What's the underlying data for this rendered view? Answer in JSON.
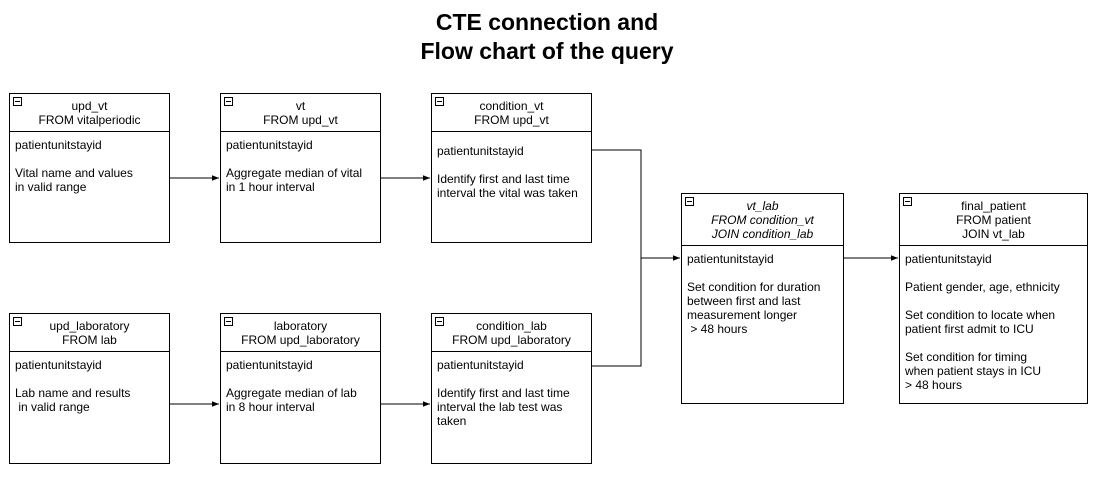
{
  "title": {
    "line1": "CTE connection and",
    "line2": "Flow chart of the query"
  },
  "nodes": {
    "upd_vt": {
      "name": "upd_vt",
      "source": "FROM vitalperiodic",
      "key": "patientunitstayid",
      "desc": [
        "Vital name and values",
        "in valid range"
      ]
    },
    "vt": {
      "name": "vt",
      "source": "FROM upd_vt",
      "key": "patientunitstayid",
      "desc": [
        "Aggregate median of vital",
        "in 1 hour interval"
      ]
    },
    "condition_vt": {
      "name": "condition_vt",
      "source": "FROM upd_vt",
      "key": "patientunitstayid",
      "desc": [
        "Identify first and last time",
        "interval the vital was taken"
      ]
    },
    "upd_laboratory": {
      "name": "upd_laboratory",
      "source": "FROM lab",
      "key": "patientunitstayid",
      "desc": [
        "Lab name and results",
        " in valid range"
      ]
    },
    "laboratory": {
      "name": "laboratory",
      "source": "FROM upd_laboratory",
      "key": "patientunitstayid",
      "desc": [
        "Aggregate median of lab",
        "in 8 hour interval"
      ]
    },
    "condition_lab": {
      "name": "condition_lab",
      "source": "FROM upd_laboratory",
      "key": "patientunitstayid",
      "desc": [
        "Identify first and last time",
        "interval the lab test was",
        "taken"
      ]
    },
    "vt_lab": {
      "name": "vt_lab",
      "source": "FROM condition_vt",
      "join": "JOIN condition_lab",
      "key": "patientunitstayid",
      "desc": [
        "Set condition for duration",
        "between first and last",
        "measurement longer",
        " > 48 hours"
      ]
    },
    "final_patient": {
      "name": "final_patient",
      "source": "FROM patient",
      "join": "JOIN vt_lab",
      "key": "patientunitstayid",
      "desc1": [
        "Patient gender, age, ethnicity"
      ],
      "desc2": [
        "Set condition to locate when",
        "patient first admit to ICU"
      ],
      "desc3": [
        "Set condition for timing",
        "when patient stays in ICU",
        "> 48 hours"
      ]
    }
  },
  "edges": [
    {
      "from": "upd_vt",
      "to": "vt"
    },
    {
      "from": "vt",
      "to": "condition_vt"
    },
    {
      "from": "upd_laboratory",
      "to": "laboratory"
    },
    {
      "from": "laboratory",
      "to": "condition_lab"
    },
    {
      "from": "condition_vt",
      "to": "vt_lab"
    },
    {
      "from": "condition_lab",
      "to": "vt_lab"
    },
    {
      "from": "vt_lab",
      "to": "final_patient"
    }
  ]
}
